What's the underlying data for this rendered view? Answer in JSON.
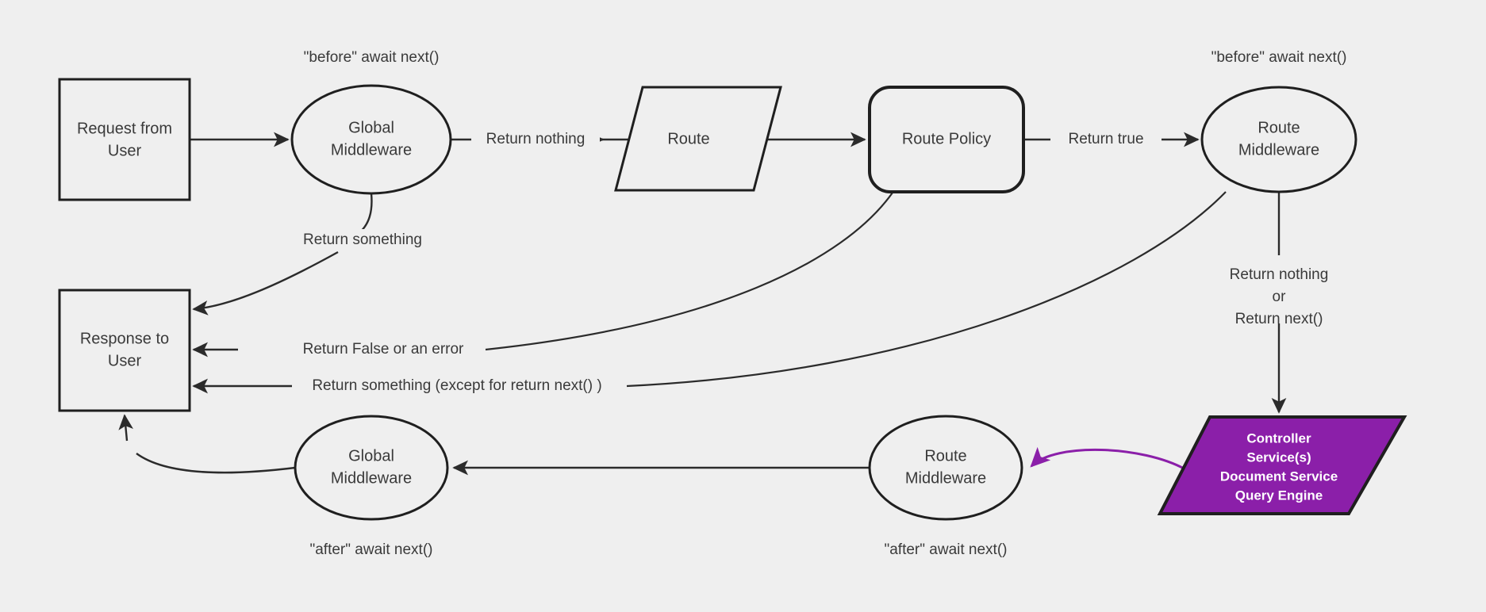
{
  "diagram": {
    "title": "Request lifecycle middleware flow",
    "background_color": "#efefef",
    "line_color": "#2b2b2b",
    "text_color": "#3a3a3a",
    "accent_color": "#8B1FA9",
    "accent_text_color": "#ffffff"
  },
  "nodes": {
    "request_from_user": {
      "label_line1": "Request from",
      "label_line2": "User",
      "shape": "rectangle"
    },
    "global_middleware_before": {
      "label_line1": "Global",
      "label_line2": "Middleware",
      "shape": "ellipse"
    },
    "route": {
      "label": "Route",
      "shape": "parallelogram"
    },
    "route_policy": {
      "label": "Route Policy",
      "shape": "rounded-rectangle"
    },
    "route_middleware_before": {
      "label_line1": "Route",
      "label_line2": "Middleware",
      "shape": "ellipse"
    },
    "controller_services": {
      "label_line1": "Controller",
      "label_line2": "Service(s)",
      "label_line3": "Document Service",
      "label_line4": "Query Engine",
      "shape": "parallelogram",
      "fill": "#8B1FA9"
    },
    "route_middleware_after": {
      "label_line1": "Route",
      "label_line2": "Middleware",
      "shape": "ellipse"
    },
    "global_middleware_after": {
      "label_line1": "Global",
      "label_line2": "Middleware",
      "shape": "ellipse"
    },
    "response_to_user": {
      "label_line1": "Response to",
      "label_line2": "User",
      "shape": "rectangle"
    }
  },
  "annotations": {
    "before_global": "\"before\" await next()",
    "before_route_mw": "\"before\" await next()",
    "after_global": "\"after\" await next()",
    "after_route_mw": "\"after\" await next()"
  },
  "edge_labels": {
    "return_nothing": "Return nothing",
    "return_true": "Return true",
    "return_something": "Return something",
    "return_false_or_error": "Return False or an error",
    "return_something_except": "Return something (except for return next() )",
    "return_nothing_or_next_line1": "Return nothing",
    "return_nothing_or_next_line2": "or",
    "return_nothing_or_next_line3": "Return next()"
  }
}
